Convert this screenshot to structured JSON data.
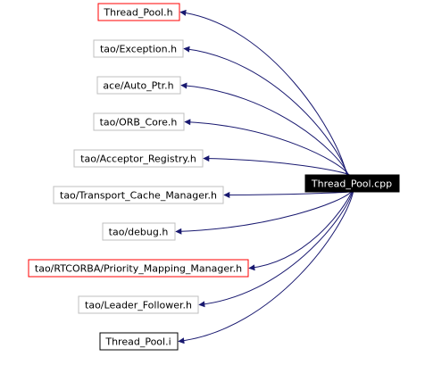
{
  "diagram": {
    "root": {
      "label": "Thread_Pool.cpp",
      "fill": "#000000",
      "text_color": "#ffffff",
      "border": "#000000"
    },
    "colors": {
      "edge": "#191970",
      "border_documented": "#bfbfbf",
      "border_undocumented": "#ff0000",
      "border_self": "#000000"
    },
    "nodes": [
      {
        "label": "Thread_Pool.h",
        "border_kind": "undocumented"
      },
      {
        "label": "tao/Exception.h",
        "border_kind": "documented"
      },
      {
        "label": "ace/Auto_Ptr.h",
        "border_kind": "documented"
      },
      {
        "label": "tao/ORB_Core.h",
        "border_kind": "documented"
      },
      {
        "label": "tao/Acceptor_Registry.h",
        "border_kind": "documented"
      },
      {
        "label": "tao/Transport_Cache_Manager.h",
        "border_kind": "documented"
      },
      {
        "label": "tao/debug.h",
        "border_kind": "documented"
      },
      {
        "label": "tao/RTCORBA/Priority_Mapping_Manager.h",
        "border_kind": "undocumented"
      },
      {
        "label": "tao/Leader_Follower.h",
        "border_kind": "documented"
      },
      {
        "label": "Thread_Pool.i",
        "border_kind": "self"
      }
    ]
  }
}
